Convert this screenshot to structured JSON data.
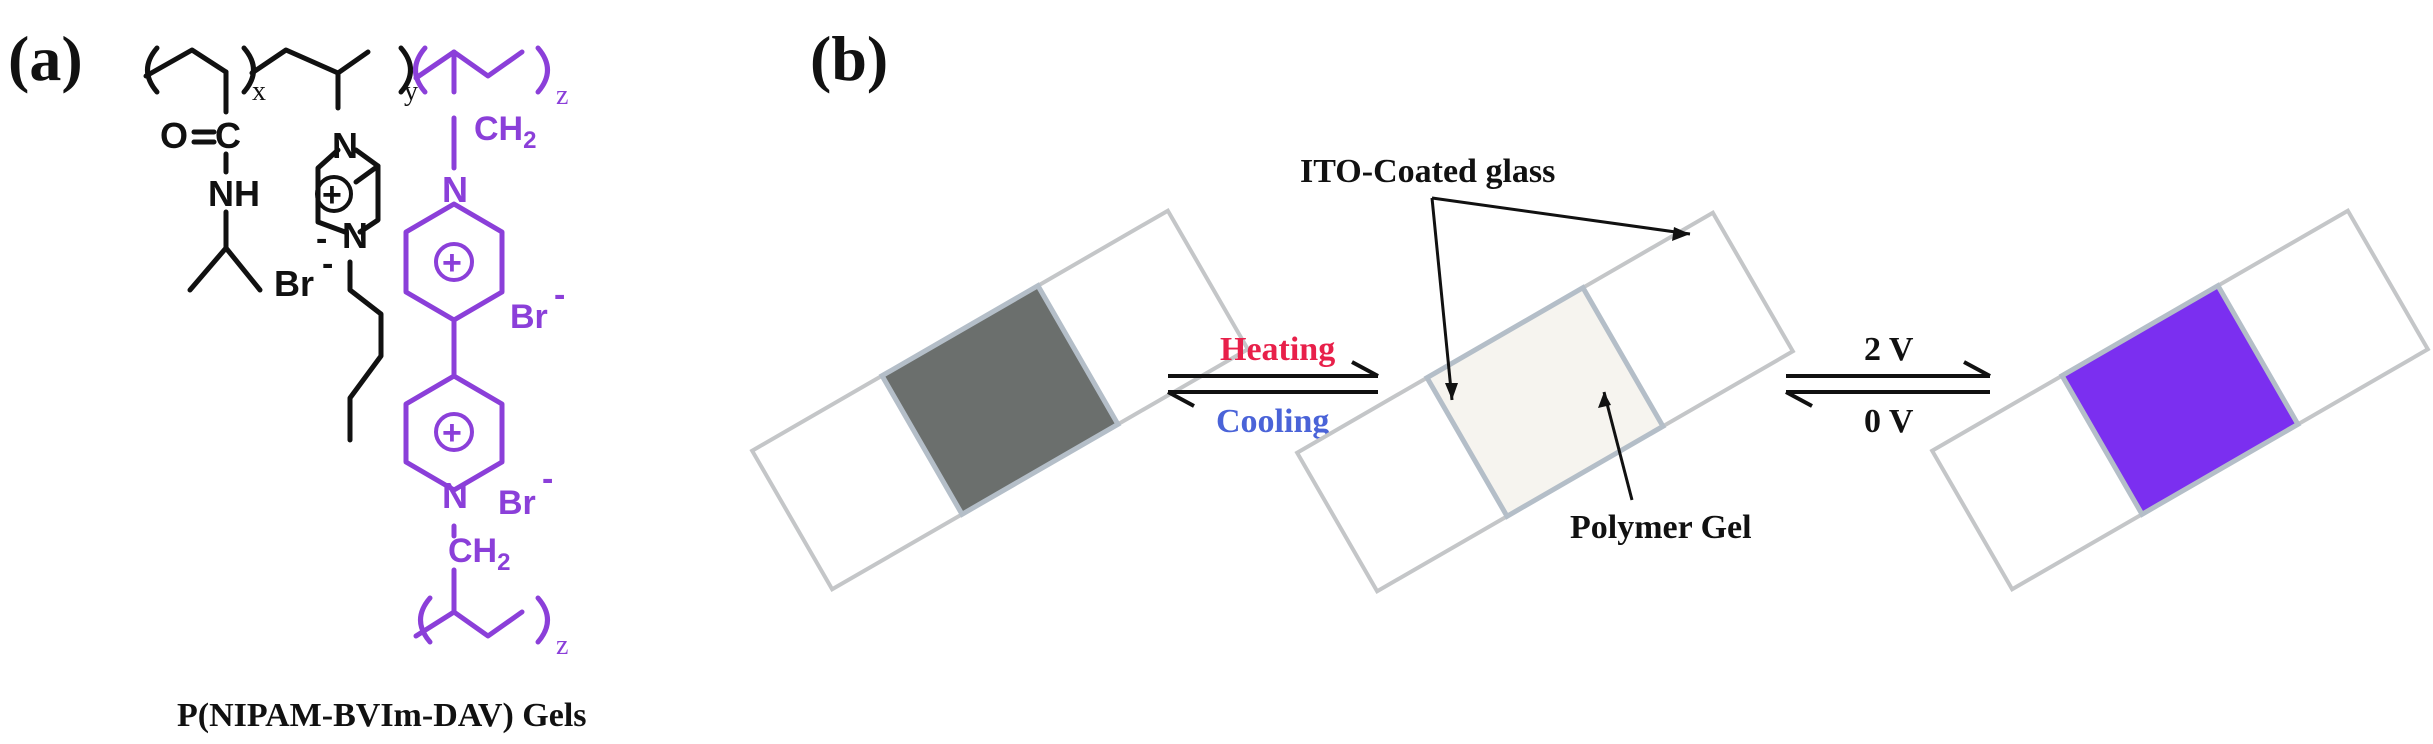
{
  "panel_a": {
    "label": "(a)",
    "subscripts": {
      "x": "x",
      "y": "y",
      "z_top": "z",
      "z_bottom": "z"
    },
    "nipam": {
      "oxygen": "O",
      "nh": "NH",
      "bromide": "Br"
    },
    "bvim": {
      "n_top": "N",
      "n_bottom": "N",
      "charge": "+",
      "minus": "-"
    },
    "dav": {
      "ch2_top": "CH",
      "ch2_top_sub": "2",
      "n_top": "N",
      "n_bottom": "N",
      "charge": "+",
      "br_top": "Br",
      "br_bottom": "Br",
      "minus": "-",
      "ch2_bottom": "CH",
      "ch2_bottom_sub": "2"
    },
    "caption": "P(NIPAM-BVIm-DAV) Gels"
  },
  "panel_b": {
    "label": "(b)",
    "ito_label": "ITO-Coated glass",
    "polymer_label": "Polymer Gel",
    "heating": "Heating",
    "cooling": "Cooling",
    "voltage_on": "2 V",
    "voltage_off": "0 V"
  },
  "colors": {
    "black": "#111111",
    "purple": "#8b3fd9",
    "heating": "#e8204a",
    "cooling": "#4a63d8",
    "glass_outline": "#c4c6c8",
    "gray_gel": "#6b6f6d",
    "clear_gel": "#f6f4ef",
    "purple_gel": "#7b2ff0"
  }
}
